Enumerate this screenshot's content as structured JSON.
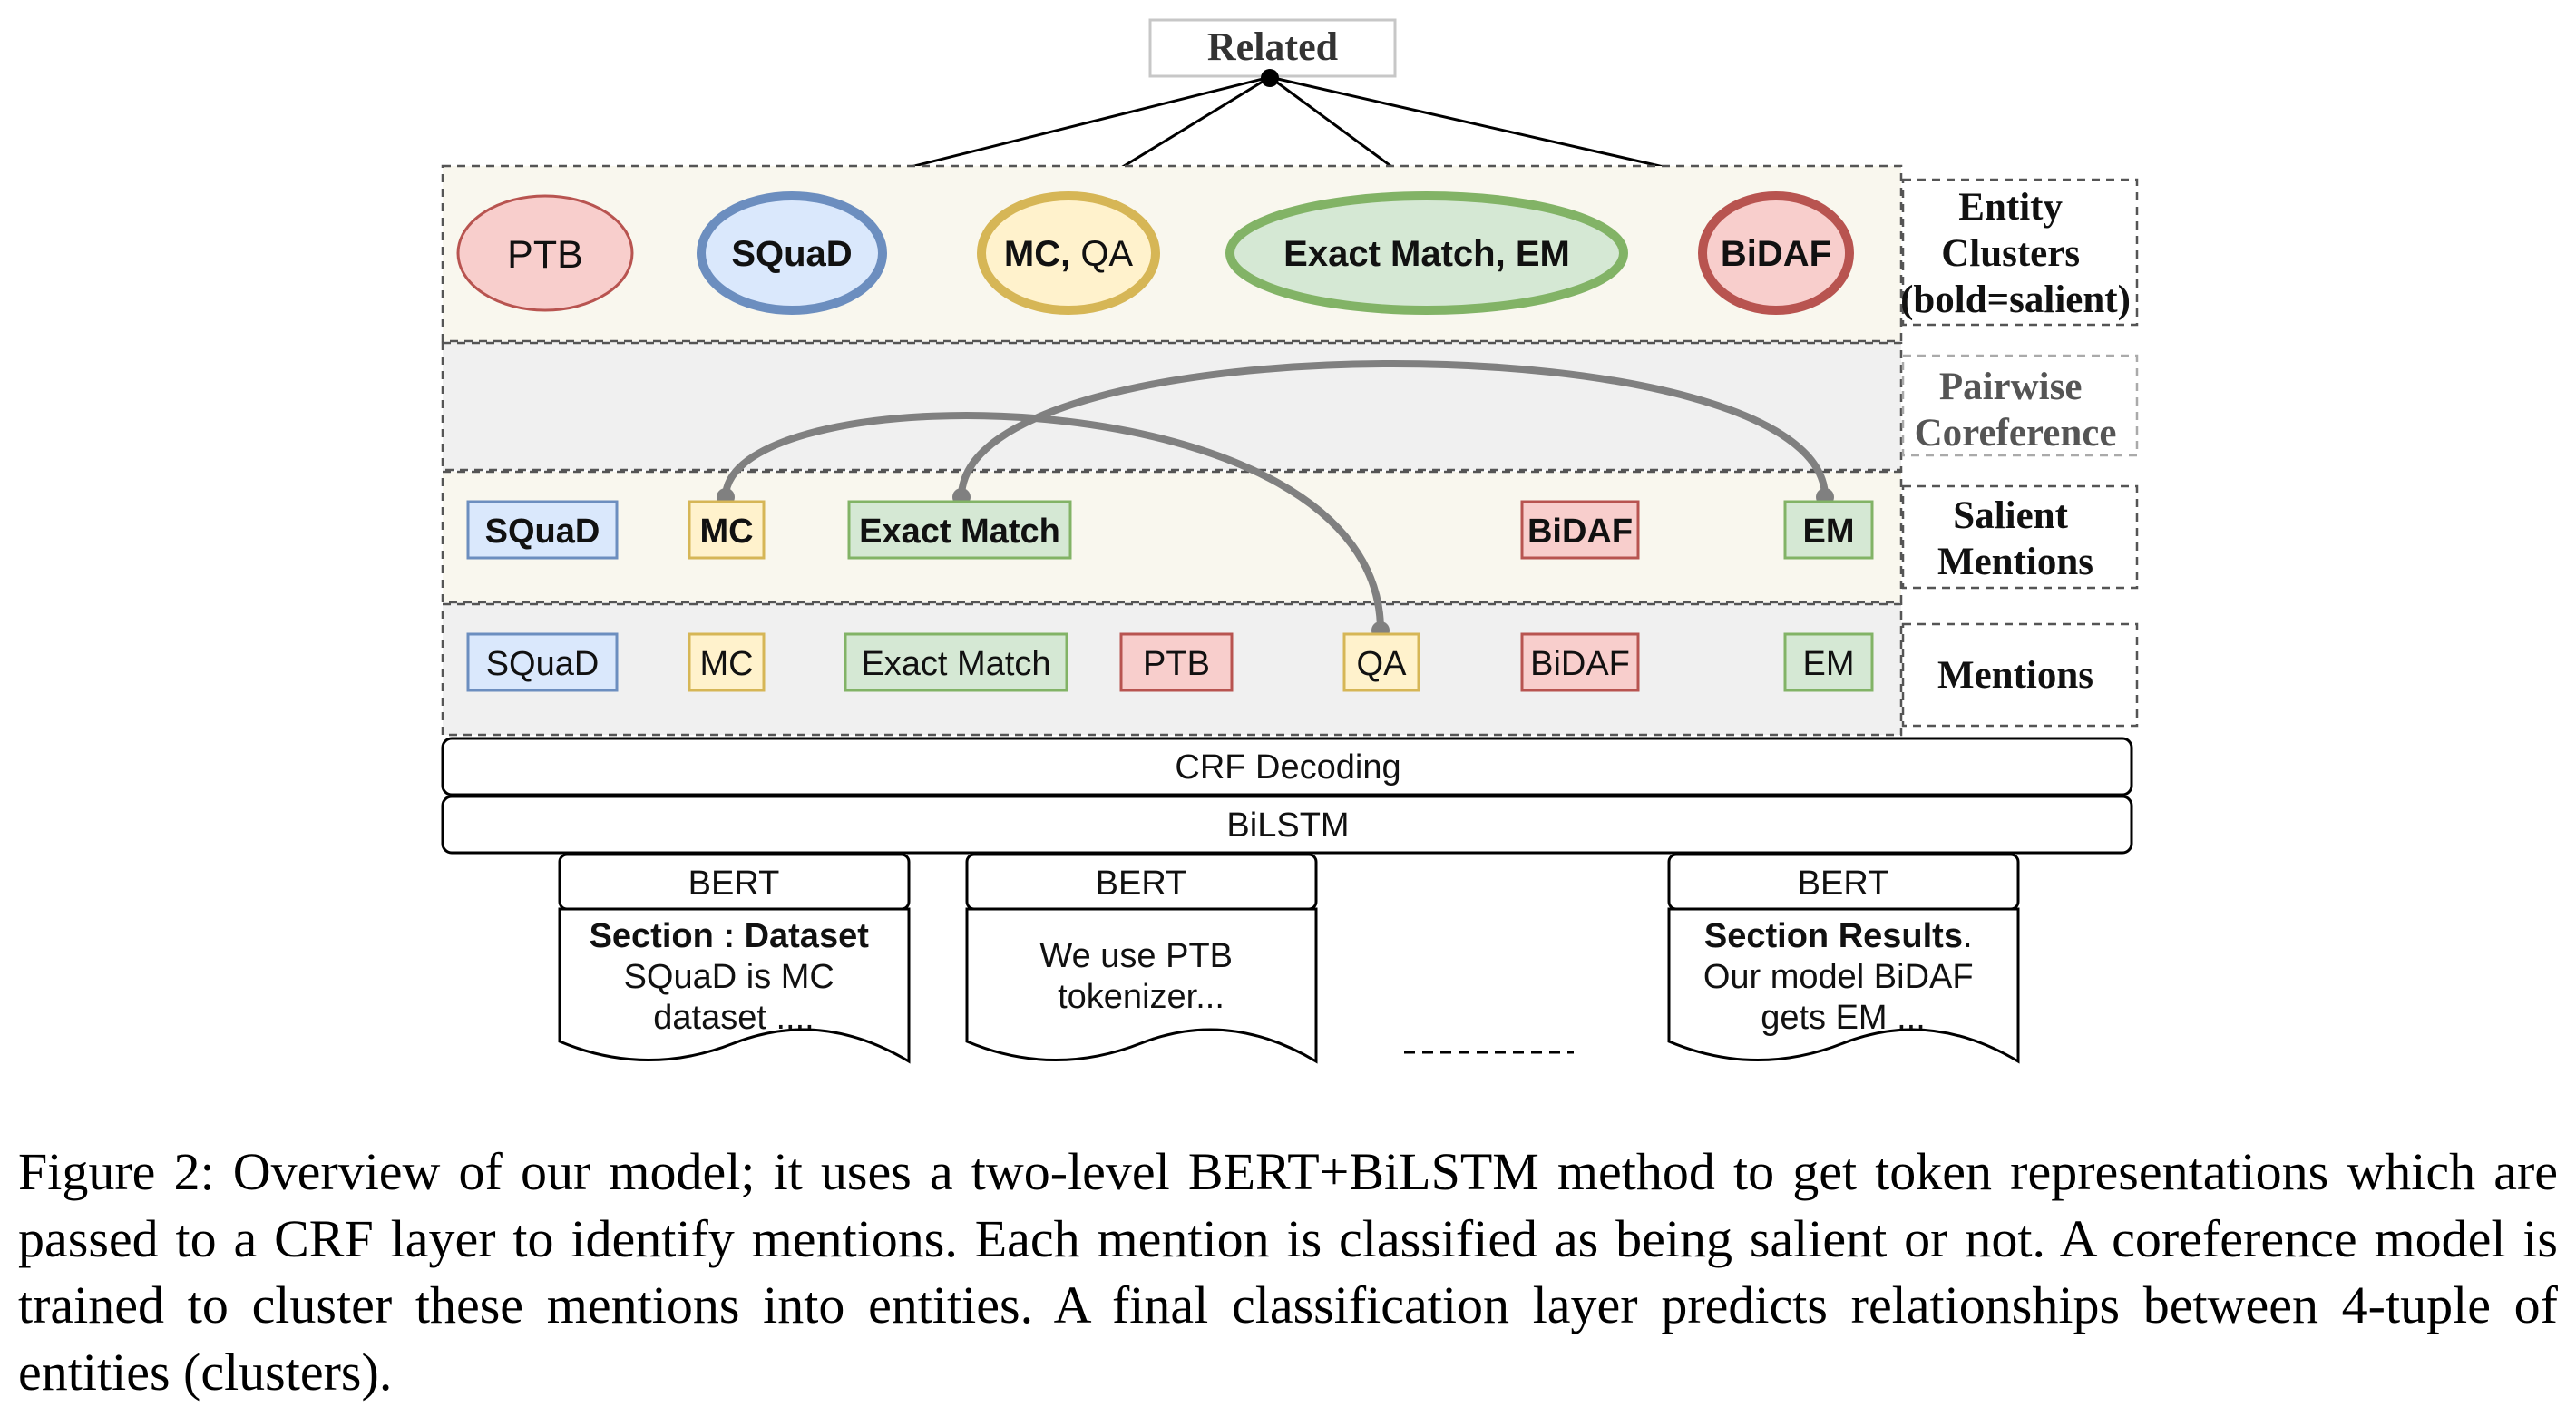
{
  "related_label": "Related",
  "side_labels": {
    "entity_clusters": [
      "Entity",
      "Clusters",
      "(bold=salient)"
    ],
    "pairwise": [
      "Pairwise",
      "Coreference"
    ],
    "salient": [
      "Salient",
      "Mentions"
    ],
    "mentions": [
      "Mentions"
    ]
  },
  "clusters": [
    {
      "id": "ptb",
      "bold": "",
      "normal": "PTB"
    },
    {
      "id": "squad",
      "bold": "SQuaD",
      "normal": ""
    },
    {
      "id": "mc-qa",
      "bold": "MC,",
      "normal": " QA"
    },
    {
      "id": "exact-match-em",
      "bold": "Exact Match, EM",
      "normal": ""
    },
    {
      "id": "bidaf",
      "bold": "BiDAF",
      "normal": ""
    }
  ],
  "salient_mentions": [
    "SQuaD",
    "MC",
    "Exact Match",
    "BiDAF",
    "EM"
  ],
  "mentions": [
    "SQuaD",
    "MC",
    "Exact Match",
    "PTB",
    "QA",
    "BiDAF",
    "EM"
  ],
  "layers": {
    "crf": "CRF Decoding",
    "bilstm": "BiLSTM"
  },
  "documents": [
    {
      "header": "BERT",
      "lines": [
        {
          "bold": "Section : Dataset",
          "normal": ""
        },
        {
          "bold": "",
          "normal": "SQuaD is MC"
        },
        {
          "bold": "",
          "normal": "dataset ...."
        }
      ]
    },
    {
      "header": "BERT",
      "lines": [
        {
          "bold": "",
          "normal": "We use PTB"
        },
        {
          "bold": "",
          "normal": "tokenizer..."
        }
      ]
    },
    {
      "header": "BERT",
      "lines": [
        {
          "bold": "Section Results",
          "normal": "."
        },
        {
          "bold": "",
          "normal": "Our model BiDAF"
        },
        {
          "bold": "",
          "normal": "gets EM ..."
        }
      ]
    }
  ],
  "colors": {
    "blue_fill": "#dae8fc",
    "blue_stroke": "#6c8ebf",
    "yellow_fill": "#fff2cc",
    "yellow_stroke": "#d6b656",
    "green_fill": "#d5e8d4",
    "green_stroke": "#82b366",
    "red_fill": "#f8cecc",
    "red_stroke": "#b85450",
    "band_light": "#f9f7ee",
    "band_gray": "#f0f0f0",
    "arc": "#808080"
  },
  "caption": "Figure 2: Overview of our model; it uses a two-level BERT+BiLSTM method to get token representations which are passed to a CRF layer to identify mentions. Each mention is classified as being salient or not. A coreference model is trained to cluster these mentions into entities. A final classification layer predicts relationships between 4-tuple of entities (clusters)."
}
